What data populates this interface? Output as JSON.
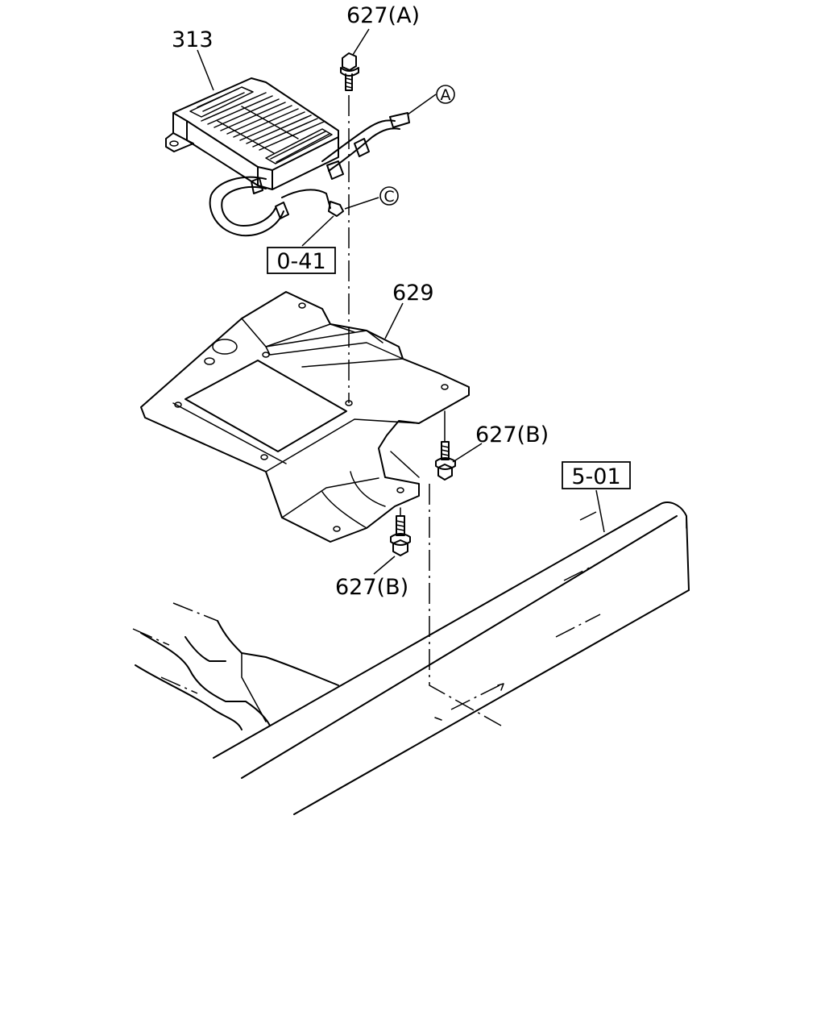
{
  "labels": {
    "bolt_a": "627(A)",
    "bolt_b_right": "627(B)",
    "bolt_b_lower": "627(B)",
    "cooler": "313",
    "bracket": "629"
  },
  "refs": {
    "ref_a": "A",
    "ref_c": "C"
  },
  "boxed_refs": {
    "hose_ref": "0-41",
    "frame_ref": "5-01"
  }
}
